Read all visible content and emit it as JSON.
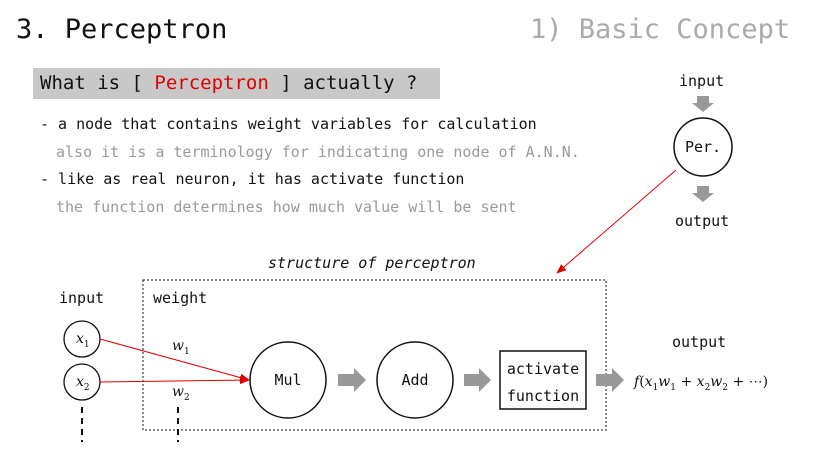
{
  "header": {
    "title": "3. Perceptron",
    "section": "1) Basic Concept"
  },
  "question": {
    "prefix": "What is [ ",
    "highlight": "Perceptron",
    "suffix": " ] actually ?"
  },
  "bullets": [
    {
      "main": "- a node that contains weight variables for calculation",
      "sub": "also it is a terminology for indicating one node of A.N.N."
    },
    {
      "main": "- like as real neuron, it has activate function",
      "sub": "the function determines how much value will be sent"
    }
  ],
  "mini_diagram": {
    "input_label": "input",
    "node_label": "Per.",
    "output_label": "output"
  },
  "structure": {
    "title": "structure of perceptron",
    "input_label": "input",
    "weight_label": "weight",
    "output_label": "output",
    "x1": {
      "base": "x",
      "sub": "1"
    },
    "x2": {
      "base": "x",
      "sub": "2"
    },
    "w1": {
      "base": "w",
      "sub": "1"
    },
    "w2": {
      "base": "w",
      "sub": "2"
    },
    "mul_label": "Mul",
    "add_label": "Add",
    "activate_line1": "activate",
    "activate_line2": "function",
    "formula": {
      "f": "f",
      "x1": "x",
      "s1": "1",
      "w1": "w",
      "t1": "1",
      "plus": " + ",
      "x2": "x",
      "s2": "2",
      "w2": "w",
      "t2": "2",
      "tail": " + ⋯)"
    }
  },
  "colors": {
    "accent_red": "#e00000",
    "arrow_gray": "#999999",
    "muted_text": "#9a9a9a",
    "question_bg": "#c8c8c8"
  }
}
